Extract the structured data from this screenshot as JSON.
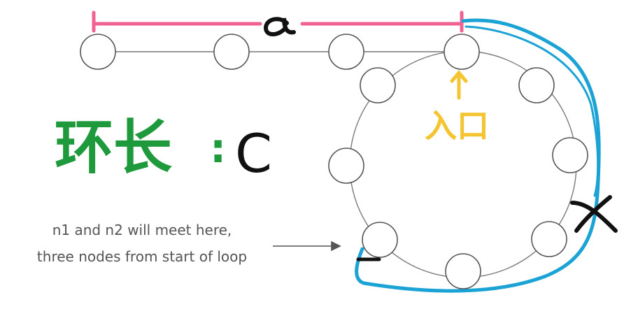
{
  "labels": {
    "a": "a",
    "ring_length_label": "环长",
    "ring_length_colon": ":",
    "ring_length_var": "C",
    "entrance": "入口",
    "x": "x",
    "minus": "–",
    "caption_line1": "n1 and n2 will meet here,",
    "caption_line2": "three nodes from start of loop"
  },
  "colors": {
    "pink": "#f06292",
    "blue": "#1aa3d4",
    "green": "#1e9a3c",
    "yellow": "#f5c531",
    "black": "#111111",
    "node_stroke": "#555555"
  }
}
